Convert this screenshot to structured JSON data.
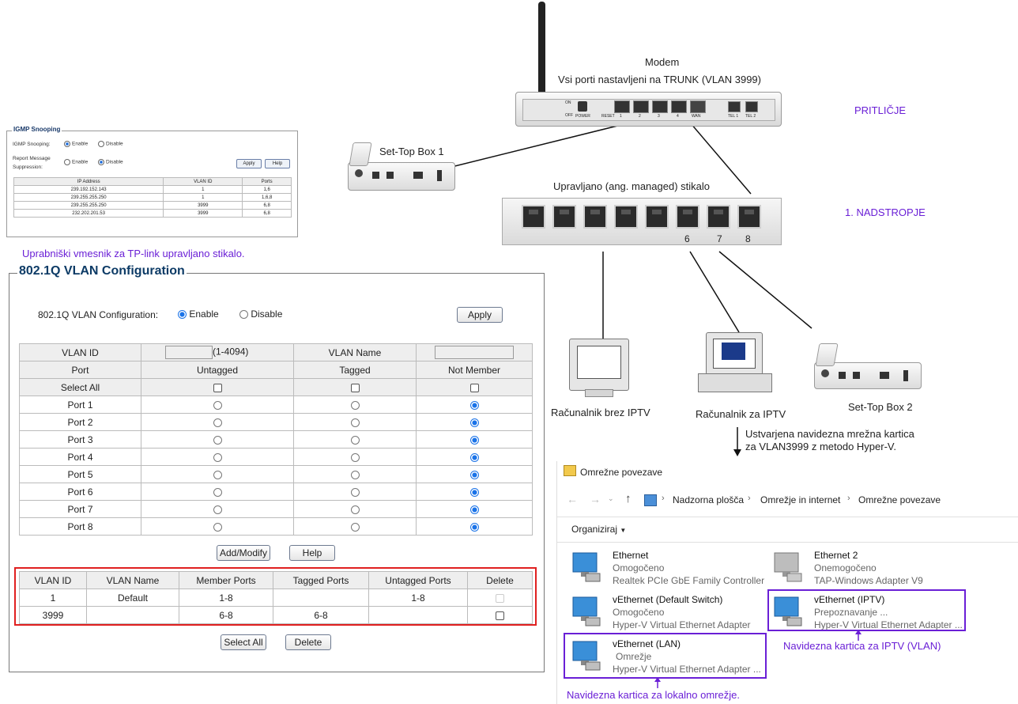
{
  "igmp": {
    "title": "IGMP Snooping",
    "snooping_label": "IGMP Snooping:",
    "report_label": "Report Message",
    "suppression_label": "Suppression:",
    "enable": "Enable",
    "disable": "Disable",
    "apply": "Apply",
    "help": "Help",
    "columns": [
      "IP Address",
      "VLAN ID",
      "Ports"
    ],
    "rows": [
      [
        "239.192.152.143",
        "1",
        "1,6"
      ],
      [
        "239.255.255.250",
        "1",
        "1,6,8"
      ],
      [
        "239.255.255.250",
        "3999",
        "6,8"
      ],
      [
        "232.202.201.53",
        "3999",
        "6,8"
      ]
    ]
  },
  "caption_tplink": "Uprabniški vmesnik za TP-link upravljano stikalo.",
  "vlan": {
    "title": "802.1Q VLAN Configuration",
    "config_label": "802.1Q VLAN Configuration:",
    "enable": "Enable",
    "disable": "Disable",
    "apply": "Apply",
    "vlan_id_label": "VLAN ID",
    "vlan_id_range": "(1-4094)",
    "vlan_name_label": "VLAN Name",
    "port_col": "Port",
    "untagged_col": "Untagged",
    "tagged_col": "Tagged",
    "notmember_col": "Not Member",
    "select_all_row": "Select All",
    "ports": [
      "Port 1",
      "Port 2",
      "Port 3",
      "Port 4",
      "Port 5",
      "Port 6",
      "Port 7",
      "Port 8"
    ],
    "add_modify": "Add/Modify",
    "help": "Help",
    "member_columns": [
      "VLAN ID",
      "VLAN Name",
      "Member Ports",
      "Tagged Ports",
      "Untagged Ports",
      "Delete"
    ],
    "member_rows": [
      {
        "id": "1",
        "name": "Default",
        "member": "1-8",
        "tagged": "",
        "untagged": "1-8"
      },
      {
        "id": "3999",
        "name": "",
        "member": "6-8",
        "tagged": "6-8",
        "untagged": ""
      }
    ],
    "select_all_btn": "Select All",
    "delete_btn": "Delete"
  },
  "diagram": {
    "modem_title": "Modem",
    "modem_desc": "Vsi porti nastavljeni na TRUNK (VLAN 3999)",
    "modem_labels": {
      "on": "ON",
      "off": "OFF",
      "power": "POWER",
      "reset": "RESET",
      "p1": "1",
      "p2": "2",
      "p3": "3",
      "p4": "4",
      "wan": "WAN",
      "tel1": "TEL 1",
      "tel2": "TEL 2"
    },
    "floor_ground": "PRITLIČJE",
    "floor_first": "1. NADSTROPJE",
    "stb1": "Set-Top Box 1",
    "switch_label": "Upravljano (ang. managed) stikalo",
    "switch_ports": [
      "6",
      "7",
      "8"
    ],
    "pc_no_iptv": "Računalnik brez IPTV",
    "pc_iptv": "Računalnik za IPTV",
    "stb2": "Set-Top Box 2",
    "note_line1": "Ustvarjena navidezna mrežna kartica",
    "note_line2": "za VLAN3999 z metodo Hyper-V."
  },
  "explorer": {
    "window_title": "Omrežne povezave",
    "breadcrumb": [
      "Nadzorna plošča",
      "Omrežje in internet",
      "Omrežne povezave"
    ],
    "organize": "Organiziraj",
    "adapters": [
      {
        "name": "Ethernet",
        "status": "Omogočeno",
        "device": "Realtek PCIe GbE Family Controller"
      },
      {
        "name": "Ethernet 2",
        "status": "Onemogočeno",
        "device": "TAP-Windows Adapter V9"
      },
      {
        "name": "vEthernet (Default Switch)",
        "status": "Omogočeno",
        "device": "Hyper-V Virtual Ethernet Adapter"
      },
      {
        "name": "vEthernet (IPTV)",
        "status": "Prepoznavanje ...",
        "device": "Hyper-V Virtual Ethernet Adapter ..."
      },
      {
        "name": "vEthernet (LAN)",
        "status": "Omrežje",
        "device": "Hyper-V Virtual Ethernet Adapter ..."
      }
    ],
    "caption_iptv": "Navidezna kartica za IPTV (VLAN)",
    "caption_lan": "Navidezna kartica za lokalno omrežje."
  },
  "colors": {
    "accent_purple": "#6a1fd6",
    "highlight_red": "#e02020",
    "radio_blue": "#1a73e8",
    "title_blue": "#0d3b66"
  }
}
